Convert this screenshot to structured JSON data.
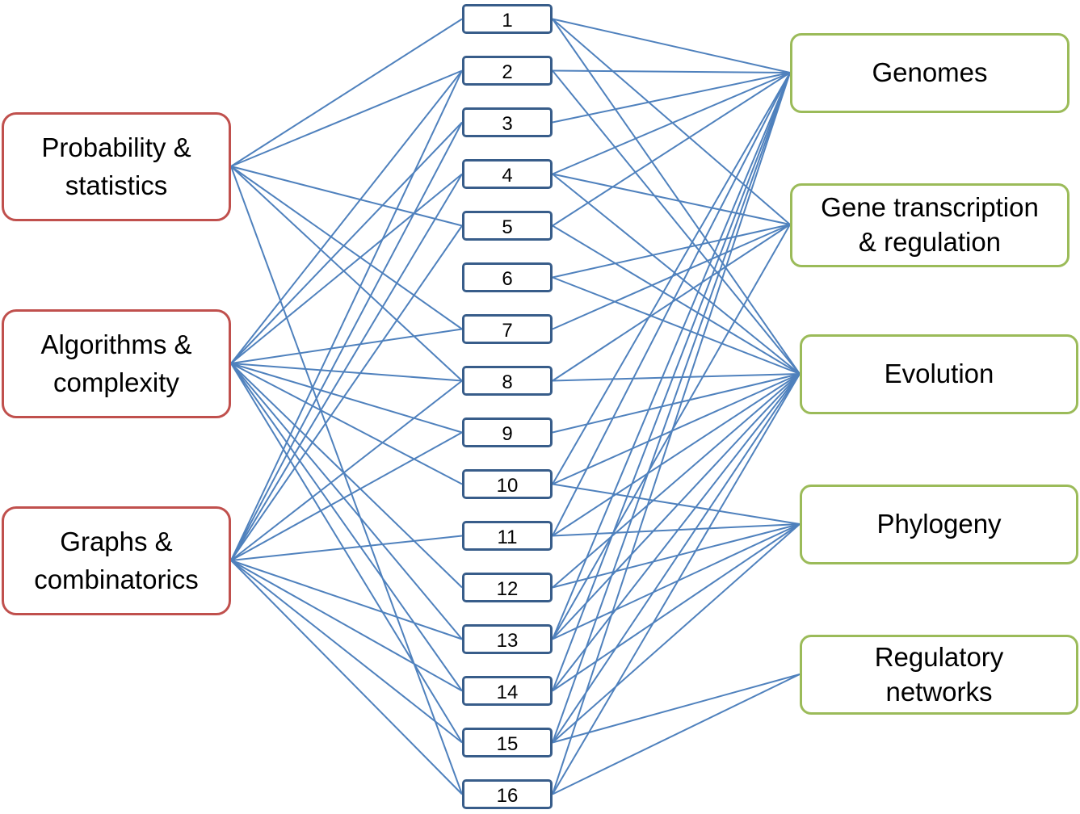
{
  "colors": {
    "edge": "#4f81bd",
    "left_border": "#c0504d",
    "middle_border": "#385d8a",
    "right_border": "#9bbb59"
  },
  "left_nodes": [
    {
      "id": "probability",
      "label": "Probability &\nstatistics"
    },
    {
      "id": "algorithms",
      "label": "Algorithms &\ncomplexity"
    },
    {
      "id": "graphs",
      "label": "Graphs &\ncombinatorics"
    }
  ],
  "middle_nodes": [
    "1",
    "2",
    "3",
    "4",
    "5",
    "6",
    "7",
    "8",
    "9",
    "10",
    "11",
    "12",
    "13",
    "14",
    "15",
    "16"
  ],
  "right_nodes": [
    {
      "id": "genomes",
      "label": "Genomes"
    },
    {
      "id": "gene_transcription",
      "label": "Gene transcription\n& regulation"
    },
    {
      "id": "evolution",
      "label": "Evolution"
    },
    {
      "id": "phylogeny",
      "label": "Phylogeny"
    },
    {
      "id": "regulatory_networks",
      "label": "Regulatory\nnetworks"
    }
  ],
  "edges_left": {
    "probability": [
      "1",
      "2",
      "5",
      "7",
      "8",
      "16"
    ],
    "algorithms": [
      "2",
      "3",
      "4",
      "7",
      "8",
      "9",
      "10",
      "12",
      "13",
      "14",
      "15"
    ],
    "graphs": [
      "2",
      "3",
      "4",
      "5",
      "8",
      "9",
      "11",
      "13",
      "14",
      "15",
      "16"
    ]
  },
  "edges_right": {
    "genomes": [
      "1",
      "2",
      "3",
      "4",
      "5",
      "10",
      "11",
      "13",
      "14",
      "15",
      "16"
    ],
    "gene_transcription": [
      "1",
      "4",
      "6",
      "7",
      "8",
      "13"
    ],
    "evolution": [
      "1",
      "2",
      "4",
      "5",
      "6",
      "8",
      "9",
      "10",
      "11",
      "12",
      "13",
      "14",
      "15",
      "16"
    ],
    "phylogeny": [
      "10",
      "11",
      "12",
      "13",
      "14",
      "15"
    ],
    "regulatory_networks": [
      "15",
      "16"
    ]
  }
}
